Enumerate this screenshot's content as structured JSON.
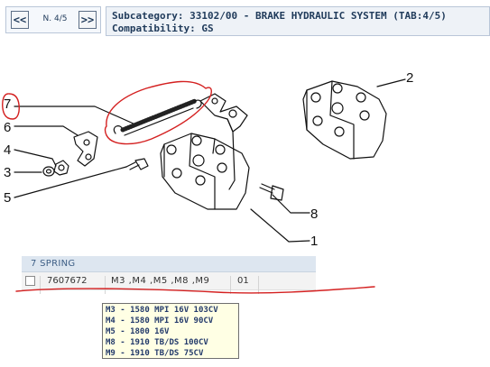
{
  "header": {
    "prev_label": "<<",
    "page_indicator": "N. 4/5",
    "next_label": ">>",
    "subcategory_label": "Subcategory:",
    "subcategory_value": "33102/00 - BRAKE HYDRAULIC SYSTEM (TAB:4/5)",
    "compatibility_label": "Compatibility:",
    "compatibility_value": "GS"
  },
  "diagram": {
    "callouts": [
      "7",
      "6",
      "4",
      "3",
      "5",
      "2",
      "8",
      "1"
    ]
  },
  "parts": {
    "group_header": "7 SPRING",
    "rows": [
      {
        "code": "7607672",
        "models": "M3 ,M4 ,M5 ,M8 ,M9",
        "qty": "01"
      }
    ]
  },
  "tooltip": {
    "lines": [
      "M3 - 1580 MPI 16V 103CV",
      "M4 - 1580 MPI 16V 90CV",
      "M5 - 1800 16V",
      "M8 - 1910 TB/DS 100CV",
      "M9 - 1910 TB/DS 75CV"
    ]
  },
  "colors": {
    "header_text": "#1f3a5a",
    "table_header_bg": "#dde6f0",
    "tooltip_bg": "#ffffe4",
    "annotation_red": "#d42020"
  }
}
